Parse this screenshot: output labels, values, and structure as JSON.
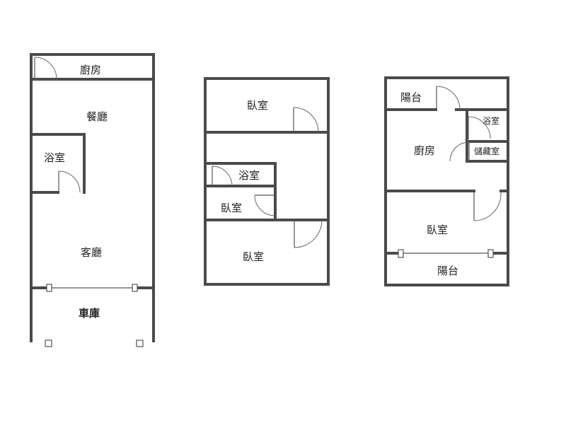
{
  "floor1": {
    "kitchen": "廚房",
    "dining": "餐廳",
    "bath": "浴室",
    "living": "客廳",
    "garage": "車庫"
  },
  "floor2": {
    "bedroom_top": "臥室",
    "bath": "浴室",
    "bedroom_small": "臥室",
    "bedroom_bottom": "臥室"
  },
  "floor3": {
    "balcony_top": "陽台",
    "bath": "浴室",
    "kitchen": "廚房",
    "storage": "儲藏室",
    "bedroom": "臥室",
    "balcony_bottom": "陽台"
  }
}
